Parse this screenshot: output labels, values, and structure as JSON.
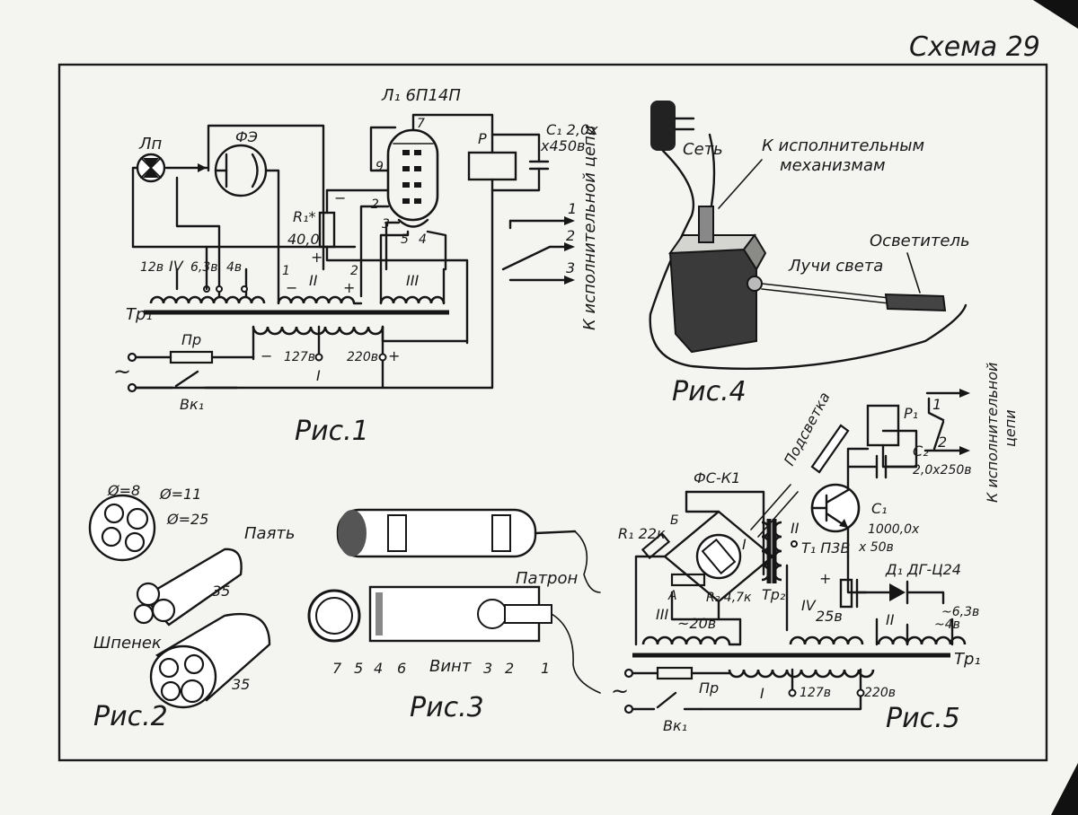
{
  "header": {
    "scheme_label": "Схема 29"
  },
  "fig1": {
    "caption": "Рис.1",
    "lamp_label": "Лп",
    "photocell_label": "ФЭ",
    "tube_label": "Л₁ 6П14П",
    "cap_label_1": "С₁ 2,0х",
    "cap_label_2": "х450в",
    "relay_label": "Р",
    "resistor_label": "R₁*",
    "resistor_value": "40,0",
    "pin_7": "7",
    "pin_9": "9",
    "pin_2": "2",
    "pin_3": "3",
    "pin_5": "5",
    "pin_4": "4",
    "winding_iv": "IV",
    "winding_ii": "II",
    "winding_iii": "III",
    "winding_i": "I",
    "v12": "12в",
    "v63": "6,3в",
    "v4": "4в",
    "tap_1": "1",
    "tap_2": "2",
    "minus": "−",
    "plus": "+",
    "transformer": "Тр₁",
    "fuse": "Пр",
    "switch": "Вк₁",
    "tilde": "~",
    "v127": "127в",
    "v220": "220в",
    "out_1": "1",
    "out_2": "2",
    "out_3": "3",
    "side_label": "К исполнительной цепи"
  },
  "fig2": {
    "caption": "Рис.2",
    "d8": "Ø=8",
    "d11": "Ø=11",
    "d25": "Ø=25",
    "solder": "Паять",
    "dim": "35",
    "pin": "Шпенек",
    "dim2": "35"
  },
  "fig3": {
    "caption": "Рис.3",
    "socket": "Патрон",
    "screw": "Винт",
    "n7": "7",
    "n5": "5",
    "n4": "4",
    "n6": "6",
    "n3": "3",
    "n2": "2",
    "n1": "1"
  },
  "fig4": {
    "caption": "Рис.4",
    "mains": "Сеть",
    "mech_1": "К исполнительным",
    "mech_2": "механизмам",
    "illuminator": "Осветитель",
    "rays": "Лучи света"
  },
  "fig5": {
    "caption": "Рис.5",
    "backlight": "Подсветка",
    "photores": "ФС-К1",
    "r1": "R₁ 22к",
    "r2": "R₂ 4,7к",
    "node_b": "Б",
    "node_a": "А",
    "w_i": "I",
    "w_ii": "II",
    "w_iii": "III",
    "w_iv": "IV",
    "v20": "~20в",
    "v25": "25в",
    "tr2": "Тр₂",
    "tr1": "Тр₁",
    "transistor": "Т₁ П3В",
    "c1_1": "С₁",
    "c1_2": "1000,0х",
    "c1_3": "х 50в",
    "c2_1": "С₂",
    "c2_2": "2,0х250в",
    "relay": "Р₁",
    "diode": "Д₁ ДГ-Ц24",
    "v63": "~6,3в",
    "v4": "~4в",
    "fuse": "Пр",
    "switch": "Вк₁",
    "v127": "127в",
    "v220": "220в",
    "out_1": "1",
    "out_2": "2",
    "side_1": "К исполнительной",
    "side_2": "цепи",
    "plus": "+",
    "tilde": "~",
    "w_i_bottom": "I"
  }
}
